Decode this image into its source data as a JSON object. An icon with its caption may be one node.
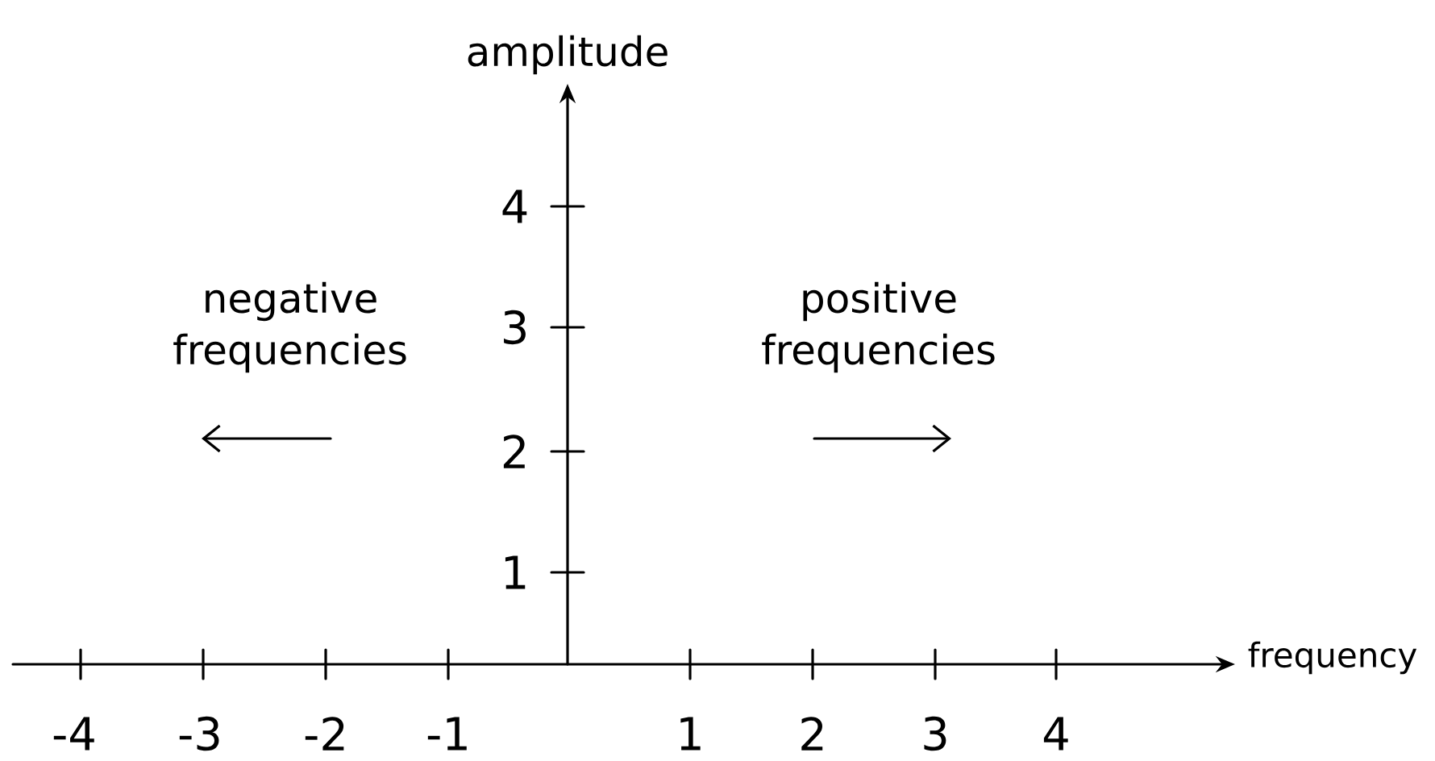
{
  "diagram": {
    "labels": [
      "amplitude",
      "4",
      "negative frequencies",
      "3",
      "positive frequencies",
      "2",
      "1",
      "frequency",
      "-4",
      "-3",
      "-2",
      "-1",
      "1",
      "2",
      "3",
      "4"
    ]
  }
}
